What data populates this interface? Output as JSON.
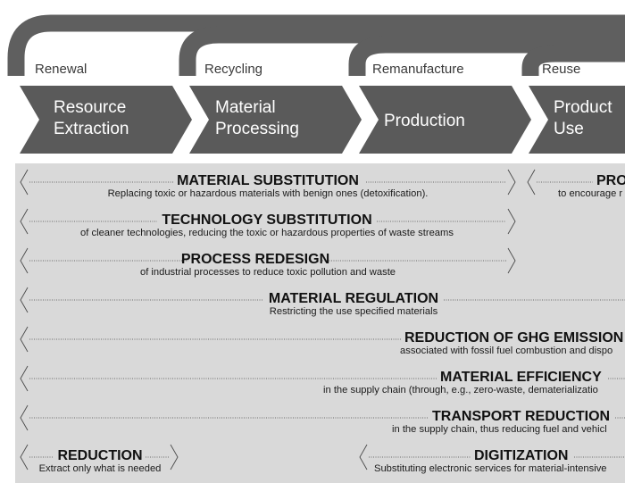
{
  "stages": [
    {
      "id": "extraction",
      "lines": [
        "Resource",
        "Extraction"
      ],
      "loop": "Renewal"
    },
    {
      "id": "processing",
      "lines": [
        "Material",
        "Processing"
      ],
      "loop": "Recycling"
    },
    {
      "id": "production",
      "lines": [
        "Production"
      ],
      "loop": "Remanufacture"
    },
    {
      "id": "use",
      "lines": [
        "Product",
        "Use"
      ],
      "loop": "Reuse"
    }
  ],
  "strategies": [
    {
      "id": "material-substitution",
      "title": "MATERIAL SUBSTITUTION",
      "desc": "Replacing toxic or hazardous materials with benign ones (detoxification)."
    },
    {
      "id": "pro-partial",
      "title": "PRO",
      "desc": "to encourage r"
    },
    {
      "id": "technology-substitution",
      "title": "TECHNOLOGY SUBSTITUTION",
      "desc": "of cleaner technologies, reducing the toxic or hazardous properties of waste streams"
    },
    {
      "id": "process-redesign",
      "title": "PROCESS REDESIGN",
      "desc": "of industrial processes to reduce toxic pollution and waste"
    },
    {
      "id": "material-regulation",
      "title": "MATERIAL REGULATION",
      "desc": "Restricting the use specified materials"
    },
    {
      "id": "reduction-ghg",
      "title": "REDUCTION OF GHG EMISSION",
      "desc": "associated with fossil fuel combustion and dispo"
    },
    {
      "id": "material-efficiency",
      "title": "MATERIAL EFFICIENCY",
      "desc": "in the supply chain (through, e.g., zero-waste, dematerializatio"
    },
    {
      "id": "transport-reduction",
      "title": "TRANSPORT REDUCTION",
      "desc": "in the supply chain, thus reducing fuel and vehicl"
    },
    {
      "id": "reduction",
      "title": "REDUCTION",
      "desc": "Extract only what is needed"
    },
    {
      "id": "digitization",
      "title": "DIGITIZATION",
      "desc": "Substituting electronic services for material-intensive"
    }
  ],
  "colors": {
    "chevron": "#5a5a5a",
    "loop": "#5f5f5f",
    "panel": "#d9d9d9",
    "text": "#111111"
  }
}
